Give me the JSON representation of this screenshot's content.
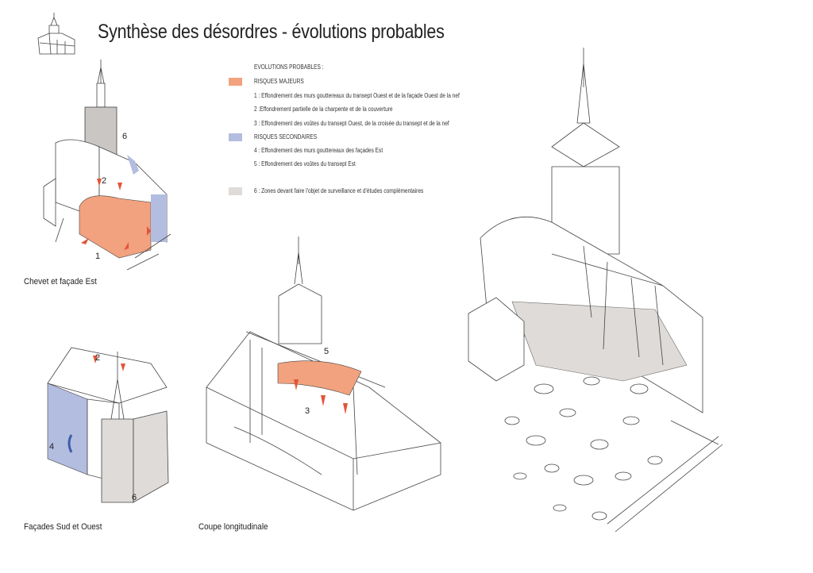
{
  "title": "Synthèse des désordres - évolutions probables",
  "legend": {
    "heading": "EVOLUTIONS PROBABLES :",
    "major": {
      "label": "RISQUES MAJEURS",
      "color": "#f2a27e"
    },
    "items_major": [
      "1 : Effondrement des murs gouttereaux du transept Ouest et de la façade Ouest de la nef",
      "2 :Effondrement partielle de la charpente et de la couverture",
      "3 : Effondrement des voûtes du transept Ouest, de la croisée du transept et de la nef"
    ],
    "secondary": {
      "label": "RISQUES SECONDAIRES",
      "color": "#b3bde0"
    },
    "items_secondary": [
      "4 : Effondrement des murs gouttereaux des façades Est",
      "5 : Effondrement des voûtes du transept Est"
    ],
    "monitor": {
      "label": "6 : Zones devant faire l'objet de surveillance et d'études complémentaires",
      "color": "#dedbd8"
    }
  },
  "drawings": {
    "chevet": {
      "caption": "Chevet et façade Est",
      "labels": [
        "6",
        "2",
        "1"
      ]
    },
    "facades": {
      "caption": "Façades Sud et Ouest",
      "labels": [
        "2",
        "4",
        "6"
      ]
    },
    "coupe": {
      "caption": "Coupe longitudinale",
      "labels": [
        "5",
        "3"
      ]
    }
  },
  "colors": {
    "orange": "#f2a27e",
    "arrow": "#e2553a",
    "blue": "#b3bde0",
    "grey": "#dedbd8"
  }
}
